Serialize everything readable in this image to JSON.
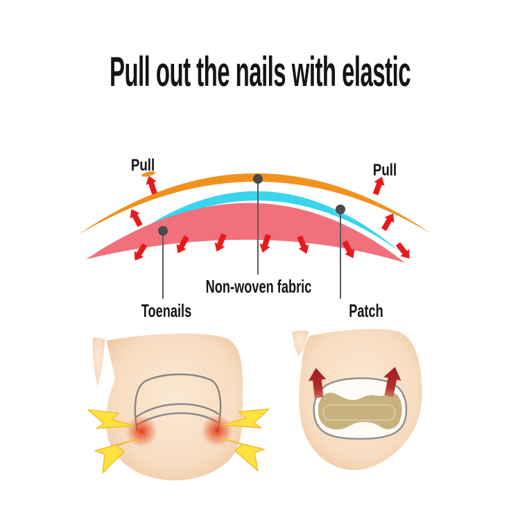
{
  "title": "Pull out the nails with elastic",
  "annotations": {
    "pull_left": "Pull",
    "pull_right": "Pull",
    "non_woven_fabric": "Non-woven fabric",
    "toenails": "Toenails",
    "patch": "Patch"
  },
  "colors": {
    "title_text": "#141414",
    "elastic_band_orange": "#F0921E",
    "non_woven_cyan": "#38D5EC",
    "nail_pink": "#F2707C",
    "arrow_red": "#E8191B",
    "lift_arrow_dark_red": "#A01C20",
    "skin_light": "#FBE9D4",
    "skin_shadow": "#EFC7A1",
    "patch_tan": "#C7B17D",
    "lightning_yellow": "#FFE23E",
    "marker_gray": "#4A4A4A"
  }
}
